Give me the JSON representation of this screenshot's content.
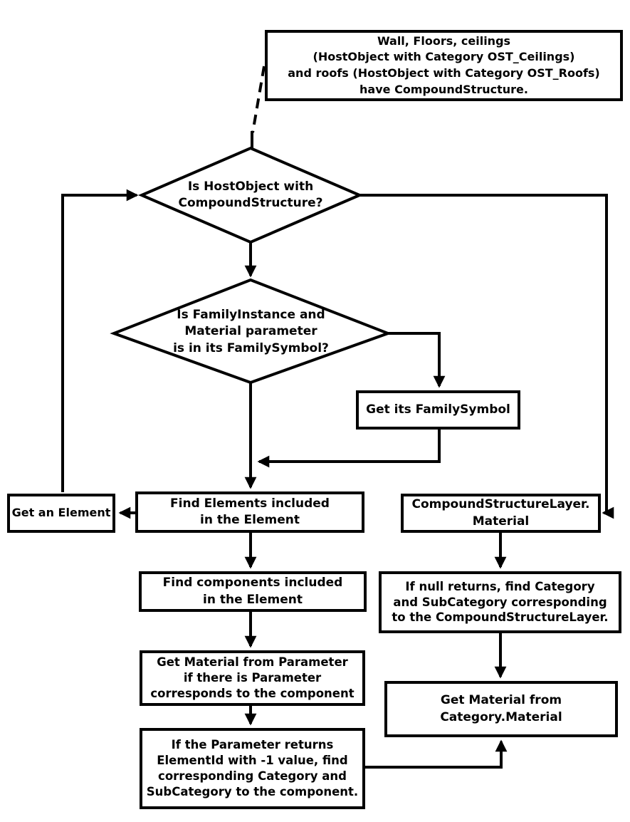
{
  "diagram": {
    "kind": "flowchart",
    "colors": {
      "background": "#ffffff",
      "line": "#000000",
      "text": "#000000"
    },
    "nodes": {
      "annotation": {
        "shape": "note",
        "text": "Wall, Floors, ceilings\n(HostObject with Category OST_Ceilings)\nand roofs (HostObject with Category OST_Roofs)\nhave CompoundStructure."
      },
      "decision_compound": {
        "shape": "diamond",
        "text": "Is HostObject with\nCompoundStructure?"
      },
      "decision_family": {
        "shape": "diamond",
        "text": "Is FamilyInstance and\nMaterial parameter\nis in its FamilySymbol?"
      },
      "get_family_symbol": {
        "shape": "process",
        "text": "Get its FamilySymbol"
      },
      "get_an_element": {
        "shape": "process",
        "text": "Get an Element"
      },
      "find_elements": {
        "shape": "process",
        "text": "Find Elements included\nin the Element"
      },
      "compound_structure_layer": {
        "shape": "process",
        "text": "CompoundStructureLayer.\nMaterial"
      },
      "find_components": {
        "shape": "process",
        "text": "Find components included\nin the Element"
      },
      "if_null_returns": {
        "shape": "process",
        "text": "If null returns, find Category\nand SubCategory corresponding\nto the CompoundStructureLayer."
      },
      "get_material_parameter": {
        "shape": "process",
        "text": "Get Material from Parameter\nif there is Parameter\ncorresponds to the component"
      },
      "if_parameter_returns": {
        "shape": "process",
        "text": "If the Parameter returns\nElementId with -1 value, find\ncorresponding Category and\nSubCategory to the component."
      },
      "get_material_category": {
        "shape": "process",
        "text": "Get Material from\nCategory.Material"
      }
    },
    "edges": [
      {
        "from": "annotation",
        "to": "decision_compound",
        "style": "dashed"
      },
      {
        "from": "get_an_element",
        "to": "decision_compound",
        "style": "solid",
        "route": "left-loop"
      },
      {
        "from": "decision_compound",
        "to": "decision_family",
        "style": "solid"
      },
      {
        "from": "decision_compound",
        "to": "compound_structure_layer",
        "style": "solid",
        "route": "right-loop"
      },
      {
        "from": "decision_family",
        "to": "get_family_symbol",
        "style": "solid",
        "route": "right"
      },
      {
        "from": "decision_family",
        "to": "find_elements",
        "style": "solid"
      },
      {
        "from": "get_family_symbol",
        "to": "find_elements",
        "style": "solid",
        "route": "merge-left"
      },
      {
        "from": "find_elements",
        "to": "get_an_element",
        "style": "solid"
      },
      {
        "from": "find_elements",
        "to": "find_components",
        "style": "solid"
      },
      {
        "from": "find_components",
        "to": "get_material_parameter",
        "style": "solid"
      },
      {
        "from": "get_material_parameter",
        "to": "if_parameter_returns",
        "style": "solid"
      },
      {
        "from": "if_parameter_returns",
        "to": "get_material_category",
        "style": "solid",
        "route": "right-up"
      },
      {
        "from": "compound_structure_layer",
        "to": "if_null_returns",
        "style": "solid"
      },
      {
        "from": "if_null_returns",
        "to": "get_material_category",
        "style": "solid"
      }
    ]
  }
}
